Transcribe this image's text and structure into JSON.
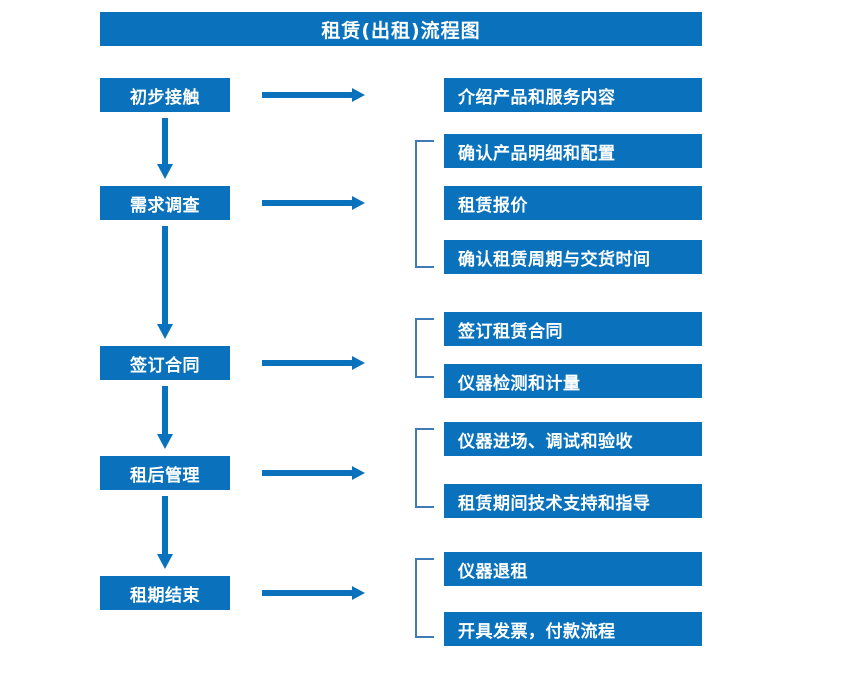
{
  "diagram": {
    "title": "租赁(出租)流程图",
    "accent_color": "#0a72bd",
    "bracket_color": "#3f7cb5",
    "title_text_color": "#ffffff",
    "background_color": "#ffffff"
  },
  "stages": [
    {
      "label": "初步接触"
    },
    {
      "label": "需求调查"
    },
    {
      "label": "签订合同"
    },
    {
      "label": "租后管理"
    },
    {
      "label": "租期结束"
    }
  ],
  "details": [
    {
      "label": "介绍产品和服务内容"
    },
    {
      "label": "确认产品明细和配置"
    },
    {
      "label": "租赁报价"
    },
    {
      "label": "确认租赁周期与交货时间"
    },
    {
      "label": "签订租赁合同"
    },
    {
      "label": "仪器检测和计量"
    },
    {
      "label": "仪器进场、调试和验收"
    },
    {
      "label": "租赁期间技术支持和指导"
    },
    {
      "label": "仪器退租"
    },
    {
      "label": "开具发票，付款流程"
    }
  ],
  "connectors": {
    "stage_to_stage_arrow": "down-arrow",
    "stage_to_detail_arrow": "right-arrow",
    "group_bracket": "left-bracket"
  }
}
